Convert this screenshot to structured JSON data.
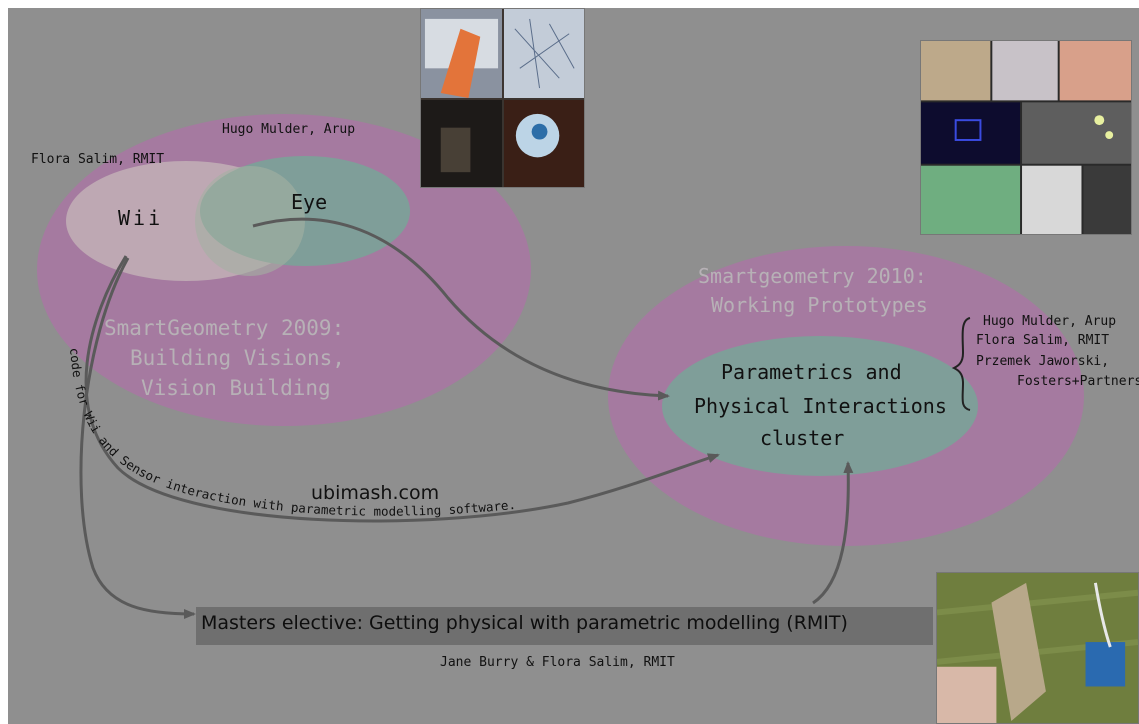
{
  "sg2009": {
    "people_left": "Flora Salim, RMIT",
    "people_top": "Hugo Mulder, Arup",
    "wii": "Wii",
    "eye": "Eye",
    "title_line1": "SmartGeometry 2009:",
    "title_line2": "Building Visions,",
    "title_line3": "Vision Building"
  },
  "sg2010": {
    "title_line1": "Smartgeometry 2010:",
    "title_line2": "Working Prototypes",
    "cluster_line1": "Parametrics and",
    "cluster_line2": "Physical Interactions",
    "cluster_line3": "cluster",
    "people": [
      "Hugo Mulder, Arup",
      "Flora Salim, RMIT",
      "Przemek Jaworski,",
      "Fosters+Partners"
    ]
  },
  "arrow_text": {
    "code_text": "code for Wii and Sensor interaction with parametric modelling software.",
    "ubimash": "ubimash.com"
  },
  "elective": {
    "title": "Masters elective: Getting physical with parametric modelling (RMIT)",
    "people": "Jane Burry & Flora Salim, RMIT"
  },
  "colors": {
    "background": "#8f8f8f",
    "magenta_ellipse": "#a57aa0",
    "wii_ellipse": "#bea8b3",
    "eye_ellipse": "#7f9e99",
    "cluster_ellipse": "#7f9e99",
    "arrow": "#5a5a5a"
  }
}
